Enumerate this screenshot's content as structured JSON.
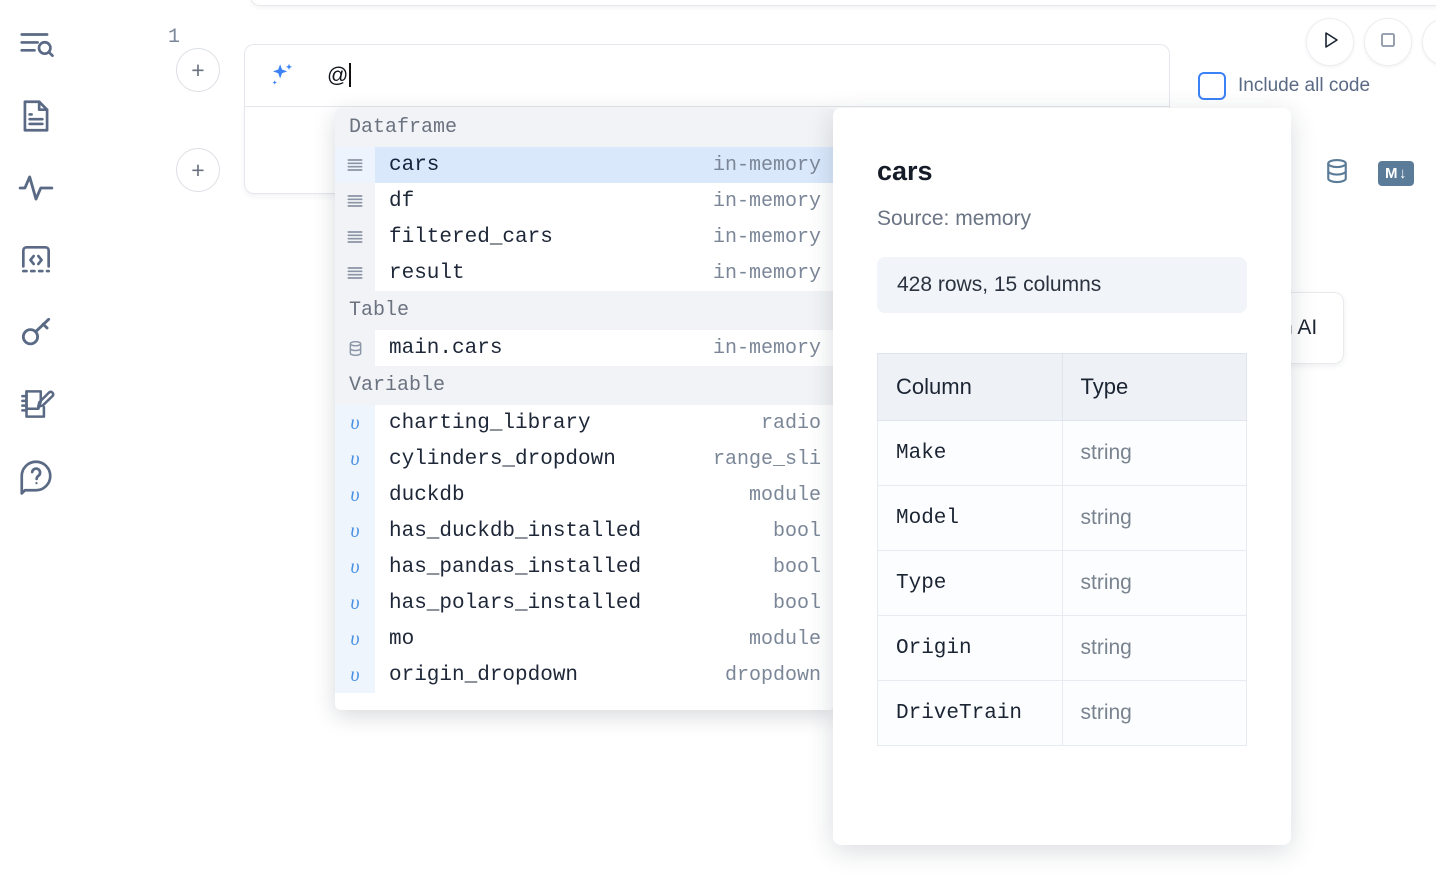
{
  "sidebar": {
    "items": [
      {
        "name": "outline-search-icon",
        "label": "Outline / search"
      },
      {
        "name": "file-document-icon",
        "label": "Files"
      },
      {
        "name": "activity-pulse-icon",
        "label": "Activity"
      },
      {
        "name": "code-brackets-icon",
        "label": "Snippets"
      },
      {
        "name": "key-icon",
        "label": "Secrets"
      },
      {
        "name": "notebook-pencil-icon",
        "label": "Scratchpad"
      },
      {
        "name": "help-chat-icon",
        "label": "Help"
      }
    ]
  },
  "toolbar": {
    "run_label": "Run",
    "stop_label": "Interrupt",
    "include_all_code_label": "Include all code",
    "include_all_code_checked": false,
    "add_cell_label": "+"
  },
  "prompt": {
    "value": "@",
    "icon": "sparkle-icon"
  },
  "cell": {
    "line_number": "1",
    "database_icon": "database-icon",
    "markdown_badge": "M"
  },
  "generate_button": {
    "label": "h AI"
  },
  "autocomplete": {
    "sections": [
      {
        "title": "Dataframe",
        "kind": "dataframe",
        "items": [
          {
            "icon": "dataframe-icon",
            "name": "cars",
            "type": "in-memory",
            "selected": true
          },
          {
            "icon": "dataframe-icon",
            "name": "df",
            "type": "in-memory",
            "selected": false
          },
          {
            "icon": "dataframe-icon",
            "name": "filtered_cars",
            "type": "in-memory",
            "selected": false
          },
          {
            "icon": "dataframe-icon",
            "name": "result",
            "type": "in-memory",
            "selected": false
          }
        ]
      },
      {
        "title": "Table",
        "kind": "table",
        "items": [
          {
            "icon": "table-db-icon",
            "name": "main.cars",
            "type": "in-memory",
            "selected": false
          }
        ]
      },
      {
        "title": "Variable",
        "kind": "variable",
        "items": [
          {
            "icon": "variable-icon",
            "name": "charting_library",
            "type": "radio",
            "selected": false
          },
          {
            "icon": "variable-icon",
            "name": "cylinders_dropdown",
            "type": "range_sli",
            "selected": false
          },
          {
            "icon": "variable-icon",
            "name": "duckdb",
            "type": "module",
            "selected": false
          },
          {
            "icon": "variable-icon",
            "name": "has_duckdb_installed",
            "type": "bool",
            "selected": false
          },
          {
            "icon": "variable-icon",
            "name": "has_pandas_installed",
            "type": "bool",
            "selected": false
          },
          {
            "icon": "variable-icon",
            "name": "has_polars_installed",
            "type": "bool",
            "selected": false
          },
          {
            "icon": "variable-icon",
            "name": "mo",
            "type": "module",
            "selected": false
          },
          {
            "icon": "variable-icon",
            "name": "origin_dropdown",
            "type": "dropdown",
            "selected": false
          }
        ]
      }
    ]
  },
  "detail": {
    "title": "cars",
    "source": "Source: memory",
    "shape": "428 rows, 15 columns",
    "headers": {
      "column": "Column",
      "type": "Type"
    },
    "rows": [
      {
        "column": "Make",
        "type": "string"
      },
      {
        "column": "Model",
        "type": "string"
      },
      {
        "column": "Type",
        "type": "string"
      },
      {
        "column": "Origin",
        "type": "string"
      },
      {
        "column": "DriveTrain",
        "type": "string"
      }
    ]
  },
  "colors": {
    "accent_blue": "#3b82f6",
    "selection_blue": "#d9e8fb",
    "icon_slate": "#5a6a85",
    "section_gray": "#f1f3f6"
  }
}
